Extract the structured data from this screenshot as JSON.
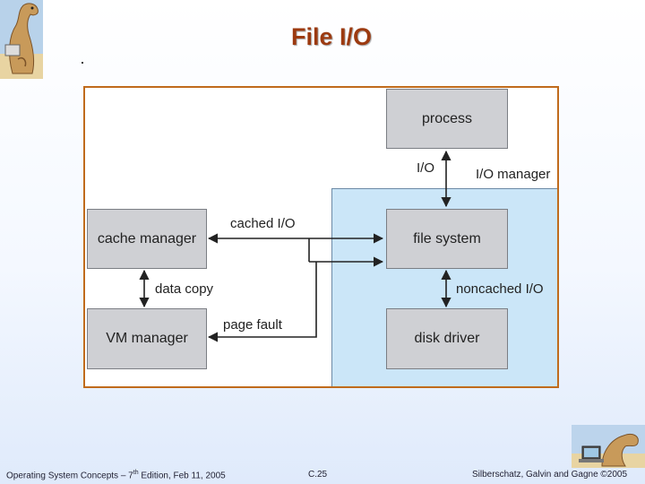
{
  "slide": {
    "title": "File I/O"
  },
  "diagram": {
    "boxes": {
      "process": "process",
      "cache_manager": "cache manager",
      "file_system": "file system",
      "vm_manager": "VM manager",
      "disk_driver": "disk driver"
    },
    "labels": {
      "io": "I/O",
      "io_manager": "I/O manager",
      "cached_io": "cached I/O",
      "data_copy": "data copy",
      "noncached_io": "noncached I/O",
      "page_fault": "page fault"
    }
  },
  "footer": {
    "book_prefix": "Operating System Concepts – 7",
    "book_sup": "th",
    "book_suffix": " Edition, Feb 11, 2005",
    "page": "C.25",
    "copyright": "Silberschatz, Galvin and Gagne ©2005"
  },
  "colors": {
    "title": "#9c3a10",
    "frame_border": "#c06b1c",
    "kernel_region": "#cbe6f8",
    "box_fill": "#cfd0d4"
  }
}
